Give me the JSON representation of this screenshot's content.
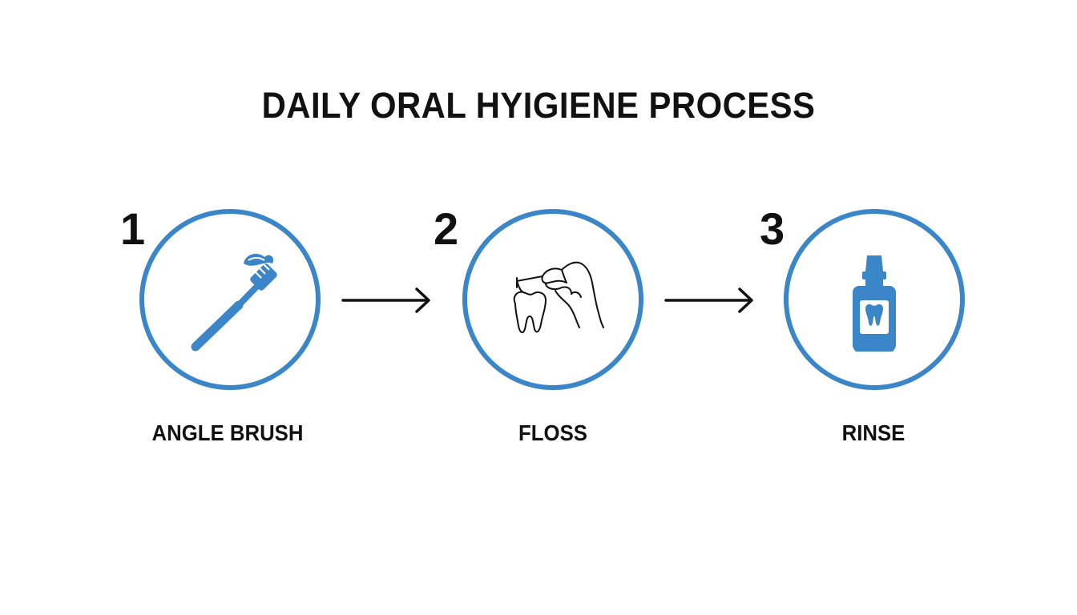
{
  "title": "DAILY ORAL HYIGIENE PROCESS",
  "accent_color": "#3a86c8",
  "steps": [
    {
      "number": "1",
      "label": "ANGLE BRUSH",
      "icon": "toothbrush-icon"
    },
    {
      "number": "2",
      "label": "FLOSS",
      "icon": "flossing-hand-tooth-icon"
    },
    {
      "number": "3",
      "label": "RINSE",
      "icon": "mouthwash-bottle-icon"
    }
  ],
  "connectors": [
    "arrow-right-icon",
    "arrow-right-icon"
  ]
}
